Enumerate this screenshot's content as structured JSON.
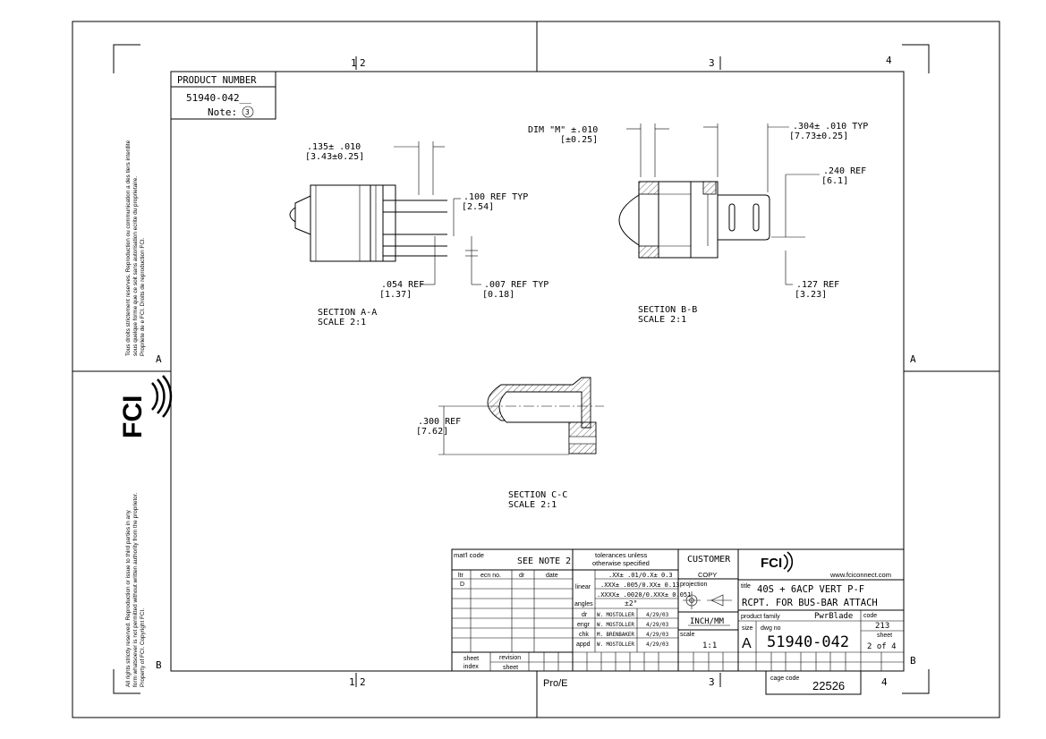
{
  "zones": {
    "top": [
      "1",
      "2",
      "3",
      "4"
    ],
    "bottom": [
      "1",
      "2",
      "3",
      "4"
    ],
    "left": [
      "A",
      "B"
    ],
    "right": [
      "A",
      "B"
    ]
  },
  "product_box": {
    "title": "PRODUCT NUMBER",
    "number": "51940-042__",
    "note_label": "Note:",
    "note_number": "3"
  },
  "legal": {
    "french": [
      "Tous droits strictement reserves. Reproduction ou communication a des tiers interdite",
      "sous quelque forme que ce soit sans autorisation ecrite du proprietaire.",
      "Propriete de e FCI.  Droits de reproduction FCI."
    ],
    "english": [
      "All rights strictly reserved.  Reproduction or issue to third parties in any",
      "form whatsoever is not permitted without written authority from the proprietor.",
      "Property of FCI.  Copyright FCI."
    ]
  },
  "logo": {
    "text": "FCI"
  },
  "section_a": {
    "dim_135": [
      ".135± .010",
      "[3.43±0.25]"
    ],
    "dim_100": [
      ".100 REF TYP",
      "[2.54]"
    ],
    "dim_054": [
      ".054 REF",
      "[1.37]"
    ],
    "dim_007": [
      ".007 REF TYP",
      "[0.18]"
    ],
    "label": [
      "SECTION  A-A",
      "SCALE  2:1"
    ]
  },
  "section_b": {
    "dim_m": [
      "DIM \"M\" ±.010",
      "[±0.25]"
    ],
    "dim_304": [
      ".304± .010  TYP",
      "[7.73±0.25]"
    ],
    "dim_240": [
      ".240  REF",
      "[6.1]"
    ],
    "dim_127": [
      ".127  REF",
      "[3.23]"
    ],
    "label": [
      "SECTION  B-B",
      "SCALE  2:1"
    ]
  },
  "section_c": {
    "dim_300": [
      ".300  REF",
      "[7.62]"
    ],
    "label": [
      "SECTION  C-C",
      "SCALE  2:1"
    ]
  },
  "title_block": {
    "matl_code": "mat'l code",
    "see_note": "SEE NOTE 2",
    "tolerances": [
      "tolerances unless",
      "otherwise specified"
    ],
    "customer": "CUSTOMER",
    "copy": "COPY",
    "website": "www.fciconnect.com",
    "rev_headers": [
      "ltr",
      "ecn no.",
      "dr",
      "date"
    ],
    "rev_ltr": "D",
    "linear_label": "linear",
    "linear_rows": [
      ".XX± .01/0.X± 0.3",
      ".XXX± .005/0.XX± 0.13",
      ".XXXX± .0020/0.XXX± 0.051"
    ],
    "angles_label": "angles",
    "angles_value": "±2°",
    "projection": "projection",
    "units": "INCH/MM",
    "scale_label": "scale",
    "scale_value": "1:1",
    "signoffs": [
      {
        "role": "dr",
        "name": "W. MOSTOLLER",
        "date": "4/29/03"
      },
      {
        "role": "engr",
        "name": "W. MOSTOLLER",
        "date": "4/29/03"
      },
      {
        "role": "chk",
        "name": "M. BRENBAKER",
        "date": "4/29/03"
      },
      {
        "role": "appd",
        "name": "W. MOSTOLLER",
        "date": "4/29/03"
      }
    ],
    "title_label": "title",
    "title_lines": [
      "40S + 6ACP VERT P-F",
      "RCPT. FOR BUS-BAR ATTACH"
    ],
    "product_family_label": "product family",
    "product_family": "PwrBlade",
    "code_label": "code",
    "code_value": "213",
    "size_label": "size",
    "size_value": "A",
    "dwg_no_label": "dwg no",
    "dwg_no": "51940-042",
    "sheet_label": "sheet",
    "sheet_value": "2 of 4",
    "sheet_index": [
      "sheet",
      "index"
    ],
    "revision": "revision",
    "sheet_small": "sheet",
    "proe": "Pro/E",
    "cage_code_label": "cage code",
    "cage_code": "22526"
  }
}
